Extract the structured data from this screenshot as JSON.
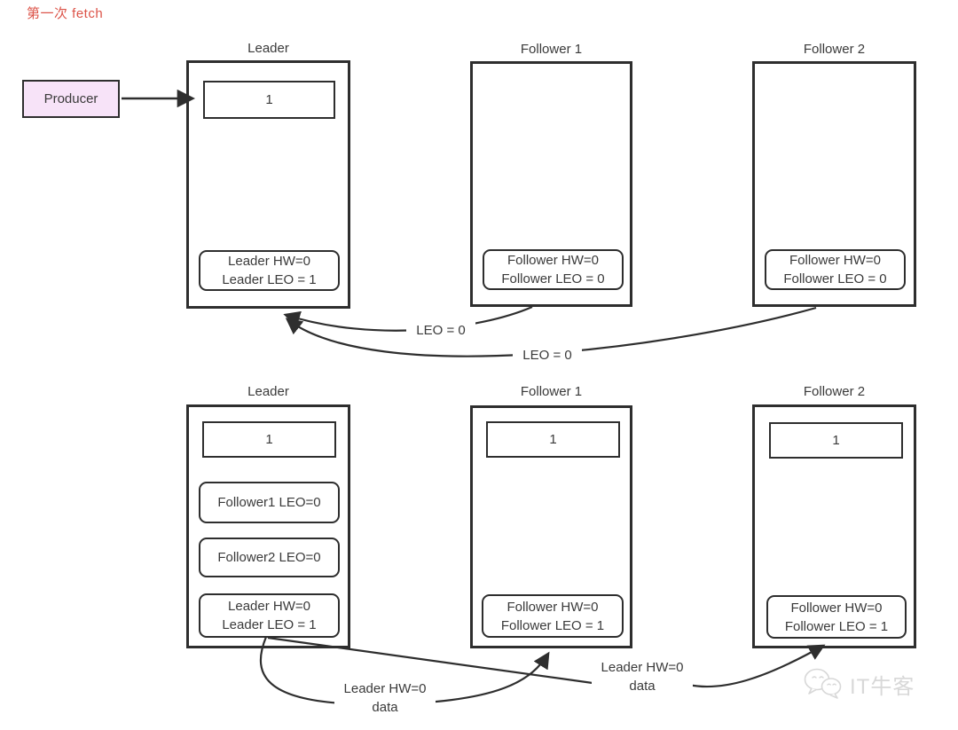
{
  "title": "第一次 fetch",
  "colors": {
    "accent_red": "#dc5348",
    "producer_fill": "#f7e3f8",
    "line": "#333333",
    "watermark_gray": "#d8d8d8"
  },
  "producer": {
    "label": "Producer"
  },
  "top_row": {
    "leader": {
      "name": "Leader",
      "message": "1",
      "state_line1": "Leader HW=0",
      "state_line2": "Leader LEO = 1"
    },
    "follower1": {
      "name": "Follower 1",
      "state_line1": "Follower HW=0",
      "state_line2": "Follower LEO = 0"
    },
    "follower2": {
      "name": "Follower 2",
      "state_line1": "Follower HW=0",
      "state_line2": "Follower LEO = 0"
    }
  },
  "top_arrows": {
    "follower1_label": "LEO = 0",
    "follower2_label": "LEO = 0"
  },
  "bottom_row": {
    "leader": {
      "name": "Leader",
      "message": "1",
      "follower1_leo": "Follower1 LEO=0",
      "follower2_leo": "Follower2 LEO=0",
      "state_line1": "Leader HW=0",
      "state_line2": "Leader LEO = 1"
    },
    "follower1": {
      "name": "Follower 1",
      "message": "1",
      "state_line1": "Follower HW=0",
      "state_line2": "Follower LEO = 1"
    },
    "follower2": {
      "name": "Follower 2",
      "message": "1",
      "state_line1": "Follower HW=0",
      "state_line2": "Follower LEO = 1"
    }
  },
  "bottom_arrows": {
    "to_follower1_line1": "Leader HW=0",
    "to_follower1_line2": "data",
    "to_follower2_line1": "Leader HW=0",
    "to_follower2_line2": "data"
  },
  "watermark": {
    "text": "IT牛客"
  }
}
